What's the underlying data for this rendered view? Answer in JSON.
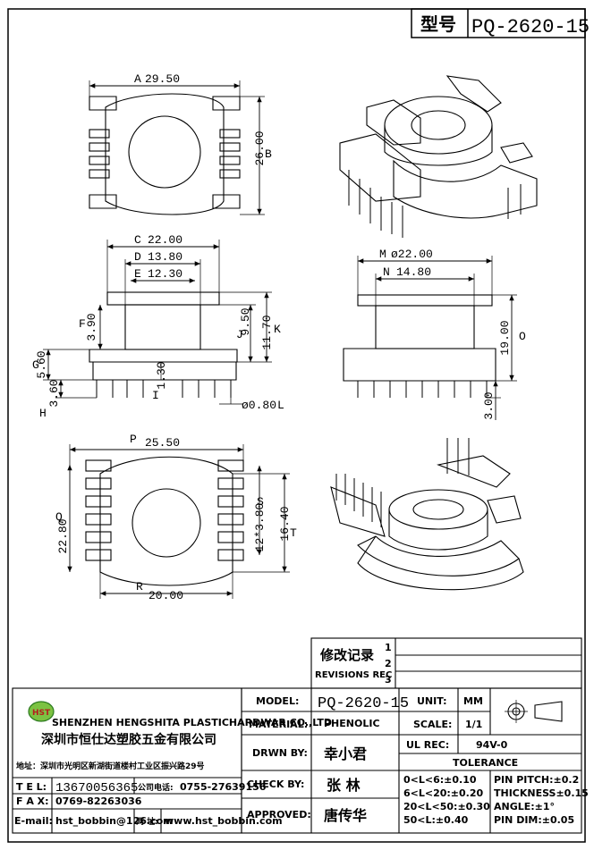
{
  "header": {
    "model_label": "型号",
    "model": "PQ-2620-15"
  },
  "dimensions": {
    "A": "29.50",
    "B": "26.00",
    "C": "22.00",
    "D": "13.80",
    "E": "12.30",
    "F": "3.90",
    "G": "5.60",
    "H": "3.60",
    "I": "1.30",
    "J": "9.50",
    "K": "11.70",
    "L": "ø0.80",
    "M": "ø22.00",
    "N": "14.80",
    "O": "19.00",
    "P": "25.50",
    "Q": "22.80",
    "R": "20.00",
    "S": "12*3.80",
    "T": "16.40",
    "bottom_pin": "3.00"
  },
  "dim_letters": [
    "A",
    "B",
    "C",
    "D",
    "E",
    "F",
    "G",
    "H",
    "I",
    "J",
    "K",
    "L",
    "M",
    "N",
    "O",
    "P",
    "Q",
    "R",
    "S",
    "T"
  ],
  "revisions": {
    "title_cn": "修改记录",
    "title_en": "REVISIONS REC",
    "numbers": [
      "1",
      "2",
      "3"
    ]
  },
  "company": {
    "logo": "HST",
    "name_en": "SHENZHEN HENGSHITA PLASTICHARDWAR CO.,LTD",
    "name_cn": "深圳市恒仕达塑胶五金有限公司",
    "address": "地址：深圳市光明区新湖街道楼村工业区振兴路29号",
    "tel_label": "T E L:",
    "tel": "13670056365",
    "phone_label": "公司电话:",
    "phone": "0755-27639156",
    "fax_label": "F A X:",
    "fax": "0769-82263036",
    "email_label": "E-mail:",
    "email": "hst_bobbin@126.com",
    "web_label": "网 址:",
    "web": "www.hst_bobbin.com"
  },
  "title_block": {
    "model_label": "MODEL:",
    "model": "PQ-2620-15",
    "material_label": "MATERIAL:",
    "material": "PHENOLIC",
    "drawn_label": "DRWN BY:",
    "drawn": "幸小君",
    "check_label": "CHECK BY:",
    "check": "张  林",
    "approved_label": "APPROVED:",
    "approved": "唐传华",
    "unit_label": "UNIT:",
    "unit": "MM",
    "scale_label": "SCALE:",
    "scale": "1/1",
    "ul_label": "UL REC:",
    "ul": "94V-0",
    "tolerance_label": "TOLERANCE",
    "tol_1": "0<L<6:±0.10",
    "tol_2": "6<L<20:±0.20",
    "tol_3": "20<L<50:±0.30",
    "tol_4": "50<L:±0.40",
    "pin_pitch": "PIN PITCH:±0.2",
    "thickness": "THICKNESS±0.15",
    "angle": "ANGLE:±1°",
    "pin_dim": "PIN DIM:±0.05"
  }
}
